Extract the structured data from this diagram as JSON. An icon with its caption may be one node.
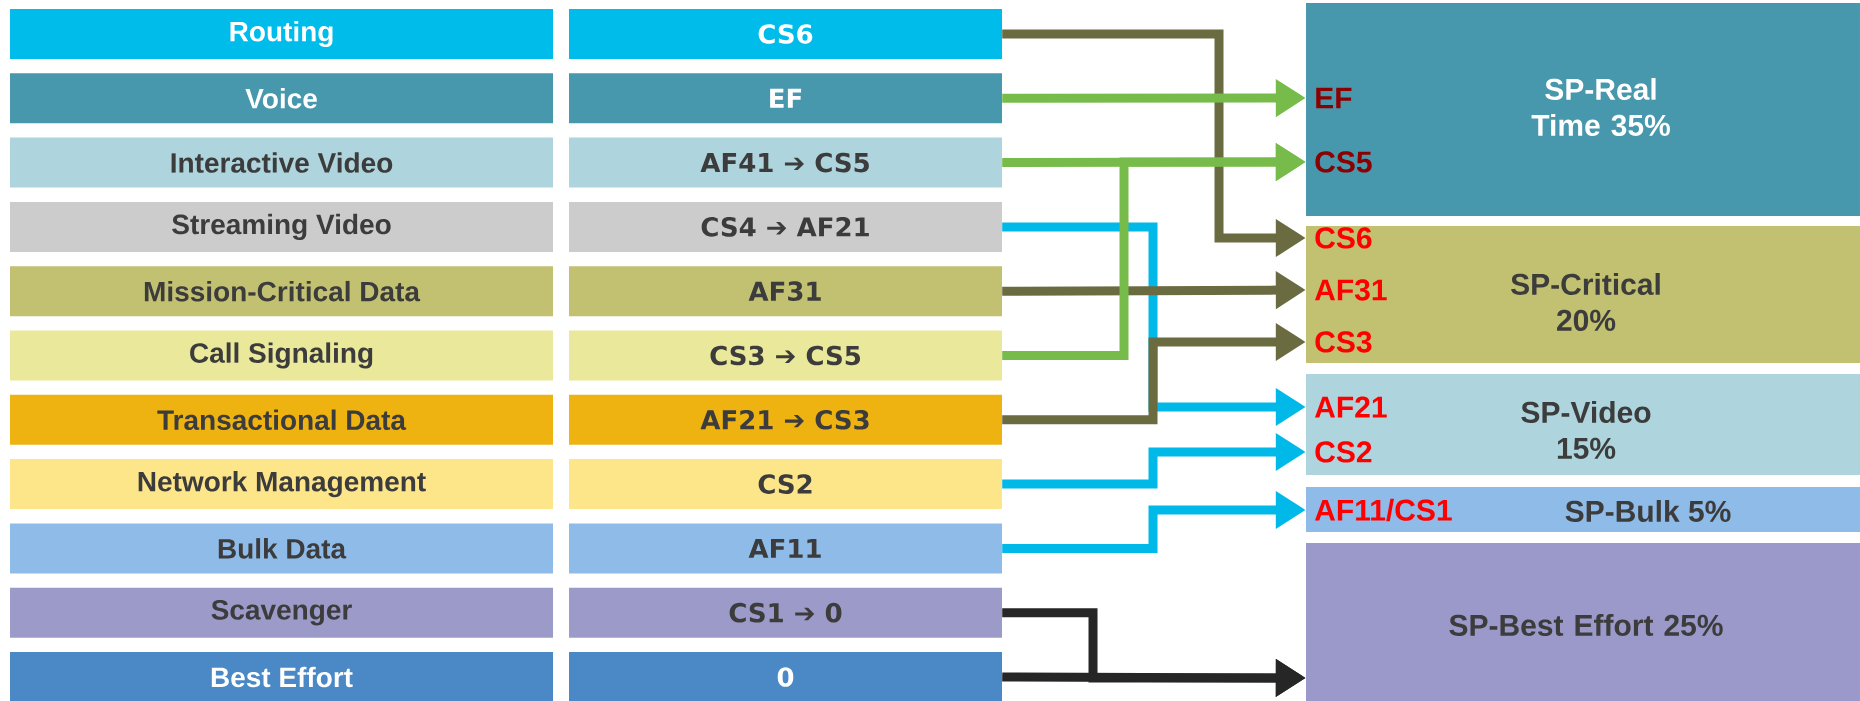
{
  "diagram": {
    "nodes": [
      {
        "text": [
          "Routing"
        ]
      },
      {
        "text": [
          "Voice"
        ]
      },
      {
        "text": [
          "Interactive Video"
        ]
      },
      {
        "text": [
          "Streaming Video"
        ]
      },
      {
        "text": [
          "Mission-Critical Data"
        ]
      },
      {
        "text": [
          "Call Signaling"
        ]
      },
      {
        "text": [
          "Transactional Data"
        ]
      },
      {
        "text": [
          "Network Management"
        ]
      },
      {
        "text": [
          "Bulk Data"
        ]
      },
      {
        "text": [
          "Scavenger"
        ]
      },
      {
        "text": [
          "Best Effort"
        ]
      },
      {
        "text": [
          "CS6"
        ]
      },
      {
        "text": [
          "EF"
        ]
      },
      {
        "text": [
          "AF41 ➔ CS5"
        ]
      },
      {
        "text": [
          "CS4 ➔ AF21"
        ]
      },
      {
        "text": [
          "AF31"
        ]
      },
      {
        "text": [
          "CS3 ➔ CS5"
        ]
      },
      {
        "text": [
          "AF21 ➔ CS3"
        ]
      },
      {
        "text": [
          "CS2"
        ]
      },
      {
        "text": [
          "AF11"
        ]
      },
      {
        "text": [
          "CS1 ➔ 0"
        ]
      },
      {
        "text": [
          "0"
        ]
      },
      {
        "text": [
          "EF",
          "CS5",
          "SP-Real Time 35%"
        ]
      },
      {
        "text": [
          "CS6",
          "AF31",
          "CS3",
          "SP-Critical 20%"
        ]
      },
      {
        "text": [
          "AF21",
          "CS2",
          "SP-Video 15%"
        ]
      },
      {
        "text": [
          "AF11/CS1",
          "SP-Bulk 5%"
        ]
      },
      {
        "text": [
          "SP-Best Effort 25%"
        ]
      }
    ],
    "edges": [
      {
        "from": 11,
        "to": 23,
        "arrow": "to"
      },
      {
        "from": 12,
        "to": 22,
        "arrow": "to",
        "color": "#77bc4a"
      },
      {
        "from": 13,
        "to": 22,
        "arrow": "to",
        "color": "#77bc4a"
      },
      {
        "from": 14,
        "to": 24,
        "arrow": "to",
        "color": "#00b9e8"
      },
      {
        "from": 15,
        "to": 23,
        "arrow": "to"
      },
      {
        "from": 16,
        "to": 22,
        "arrow": "to",
        "color": "#77bc4a"
      },
      {
        "from": 17,
        "to": 23,
        "arrow": "to"
      },
      {
        "from": 18,
        "to": 24,
        "arrow": "to",
        "color": "#00b9e8"
      },
      {
        "from": 19,
        "to": 25,
        "arrow": "to",
        "color": "#00b9e8"
      },
      {
        "from": 20,
        "to": 26,
        "arrow": "to",
        "color": "#262626"
      },
      {
        "from": 21,
        "to": 26,
        "arrow": "to",
        "color": "#262626"
      }
    ]
  }
}
